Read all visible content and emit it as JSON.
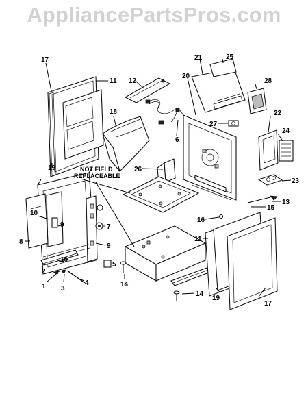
{
  "watermark": "AppliancePartsPros.com",
  "note": {
    "line1": "NOT FIELD",
    "line2": "REPLACEABLE"
  },
  "callouts": {
    "c17a": "17",
    "c11a": "11",
    "c12": "12",
    "c18": "18",
    "c21": "21",
    "c25": "25",
    "c20": "20",
    "c28": "28",
    "c27": "27",
    "c22": "22",
    "c24": "24",
    "c6": "6",
    "c19a": "19",
    "c26": "26",
    "c23": "23",
    "c13": "13",
    "c15": "15",
    "c16": "16",
    "c10a": "10",
    "c9a": "9",
    "c7": "7",
    "c9b": "9",
    "c8": "8",
    "c10b": "10",
    "c5": "5",
    "c2": "2",
    "c1": "1",
    "c3": "3",
    "c4": "4",
    "c14a": "14",
    "c11b": "11",
    "c19b": "19",
    "c14b": "14",
    "c17b": "17"
  }
}
